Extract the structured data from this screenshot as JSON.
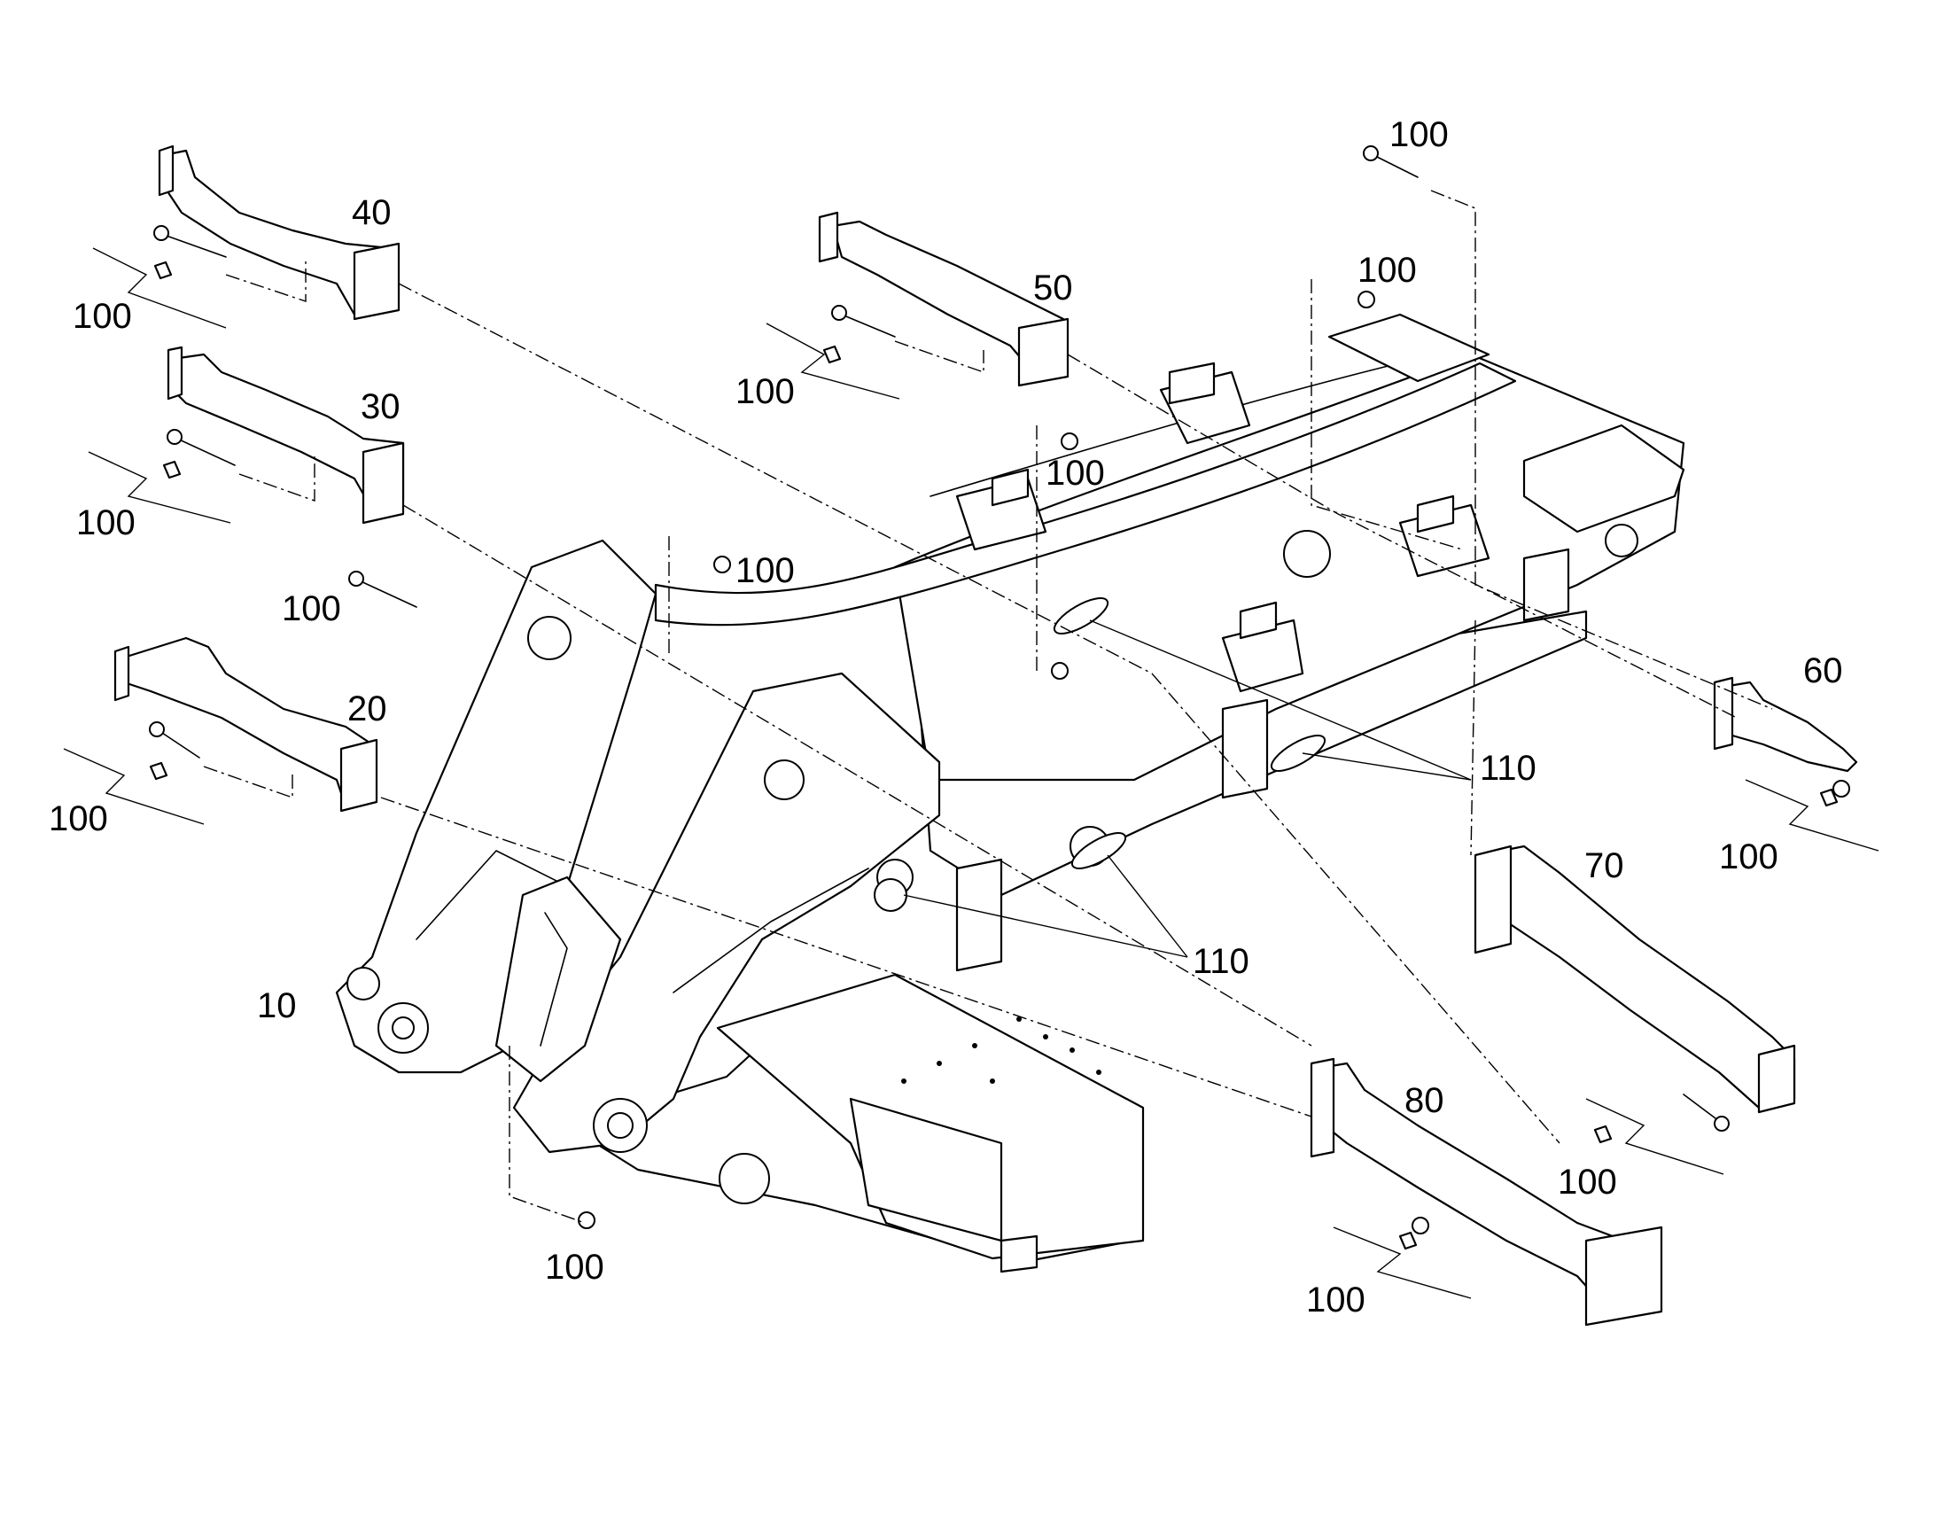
{
  "callouts": {
    "c10": "10",
    "c20": "20",
    "c30": "30",
    "c40": "40",
    "c50": "50",
    "c60": "60",
    "c70": "70",
    "c80": "80",
    "c100": "100",
    "c110": "110"
  }
}
